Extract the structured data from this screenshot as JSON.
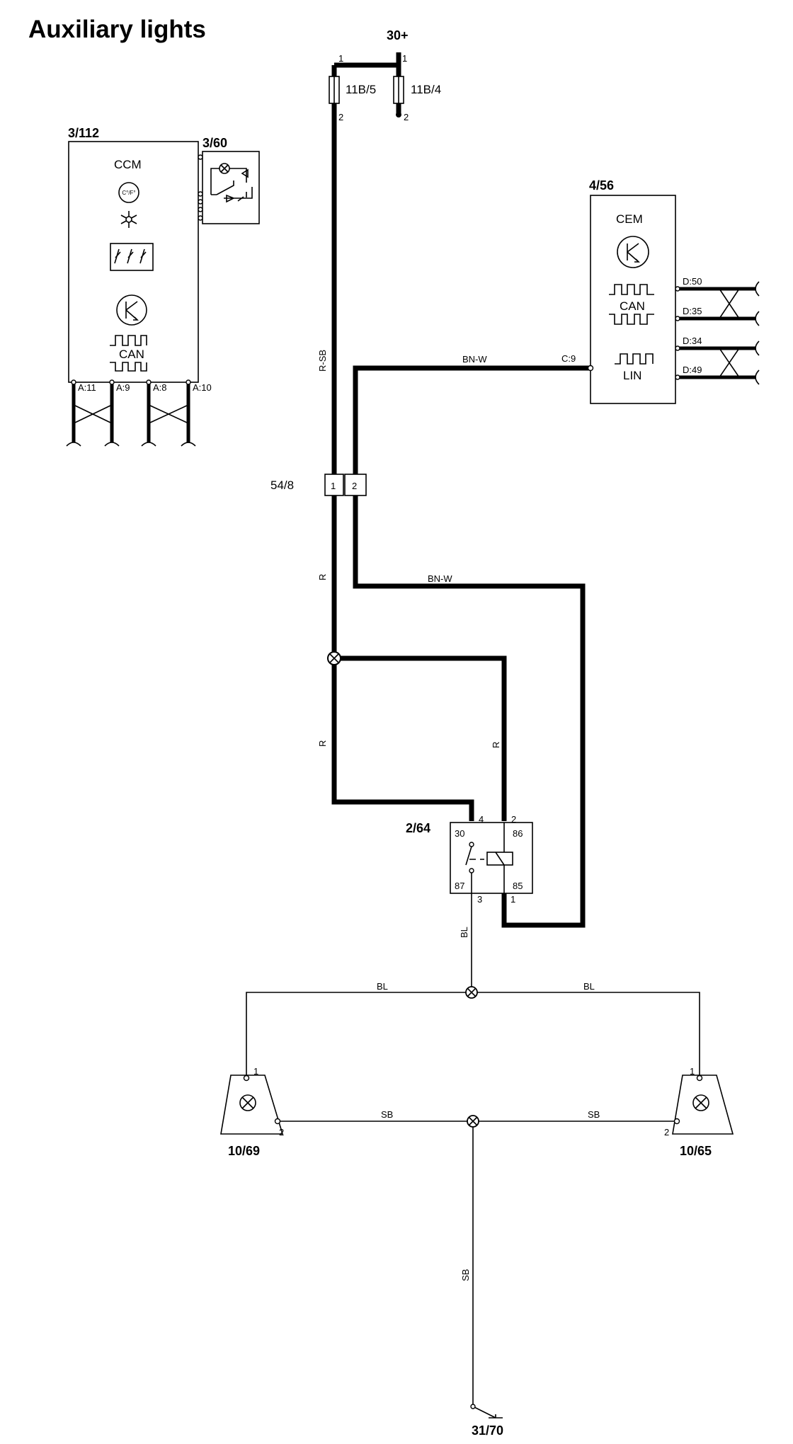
{
  "title": "Auxiliary lights",
  "supply": {
    "label": "30+"
  },
  "fuses": [
    {
      "ref": "11B/5",
      "pin_top": "1",
      "pin_bottom": "2"
    },
    {
      "ref": "11B/4",
      "pin_top": "1",
      "pin_bottom": "2"
    }
  ],
  "modules": {
    "ccm": {
      "ref": "3/112",
      "name": "CCM",
      "temp_symbol": "C°/F°",
      "bus": "CAN",
      "pins": [
        "A:11",
        "A:9",
        "A:8",
        "A:10"
      ]
    },
    "panel": {
      "ref": "3/60"
    },
    "cem": {
      "ref": "4/56",
      "name": "CEM",
      "bus1": "CAN",
      "bus2": "LIN",
      "pin_in": "C:9",
      "pins": [
        "D:50",
        "D:35",
        "D:34",
        "D:49"
      ]
    }
  },
  "connector": {
    "ref": "54/8",
    "pin1": "1",
    "pin2": "2"
  },
  "relay": {
    "ref": "2/64",
    "t30": "30",
    "t86": "86",
    "t87": "87",
    "t85": "85",
    "p4": "4",
    "p2": "2",
    "p3": "3",
    "p1": "1"
  },
  "lamps": [
    {
      "ref": "10/69",
      "pin1": "1",
      "pin2": "2"
    },
    {
      "ref": "10/65",
      "pin1": "1",
      "pin2": "2"
    }
  ],
  "ground": {
    "ref": "31/70"
  },
  "wires": {
    "r_sb": "R-SB",
    "bn_w_top": "BN-W",
    "bn_w_mid": "BN-W",
    "r_upper": "R",
    "r_left": "R",
    "r_right": "R",
    "bl_vertical": "BL",
    "bl_left": "BL",
    "bl_right": "BL",
    "sb_left": "SB",
    "sb_right": "SB",
    "sb_vertical": "SB"
  },
  "supply_pins": {
    "left": "1",
    "right": "1"
  }
}
